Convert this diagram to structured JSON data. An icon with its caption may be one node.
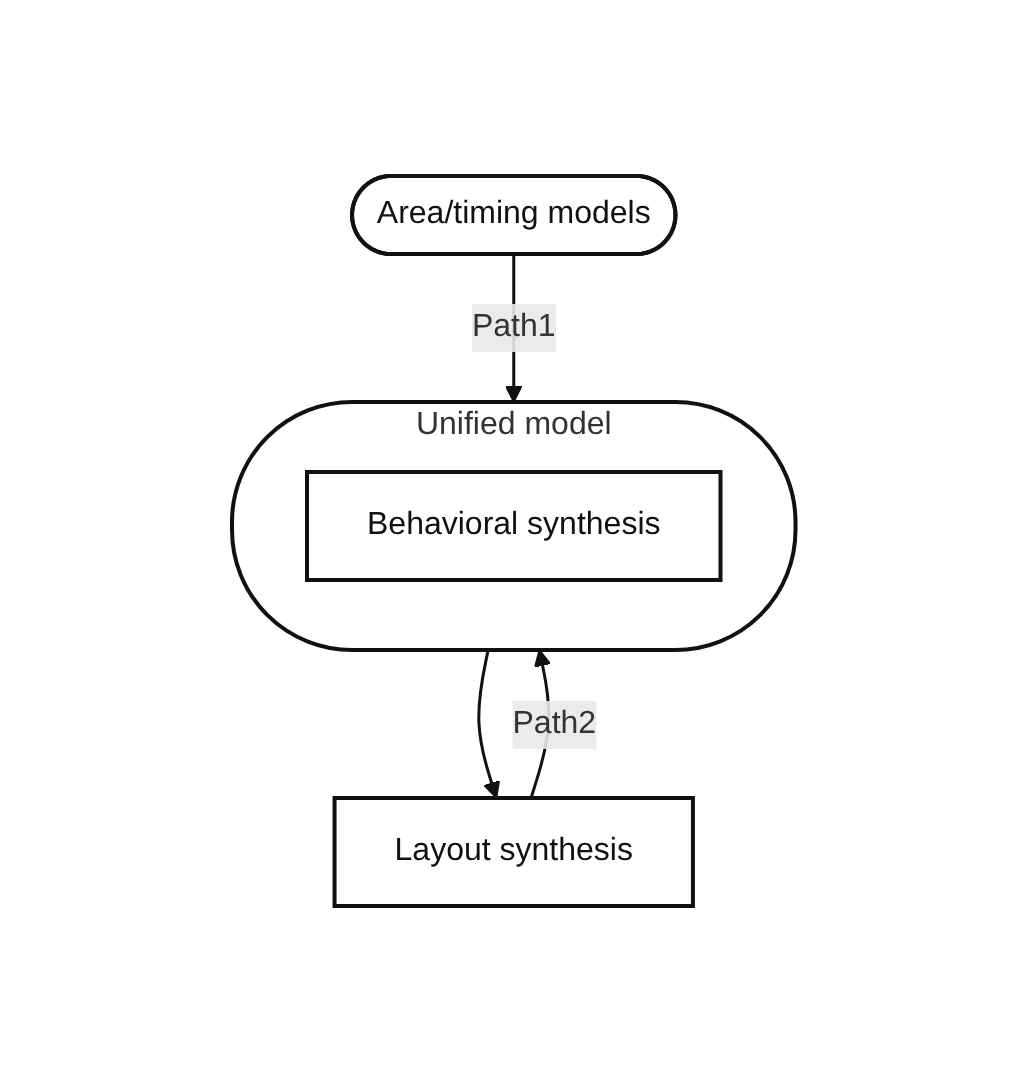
{
  "diagram": {
    "nodes": [
      {
        "text": [
          "Area/timing models"
        ]
      },
      {
        "text": [
          "Unified model"
        ]
      },
      {
        "text": [
          "Behavioral synthesis"
        ],
        "in": 1
      },
      {
        "text": [
          "Layout synthesis"
        ]
      }
    ],
    "edges": [
      {
        "from": 0,
        "to": 1,
        "arrow": "to",
        "label": "Path1"
      },
      {
        "from": 1,
        "to": 3,
        "arrow": "to"
      },
      {
        "from": 3,
        "to": 1,
        "arrow": "to",
        "label": "Path2"
      }
    ]
  }
}
